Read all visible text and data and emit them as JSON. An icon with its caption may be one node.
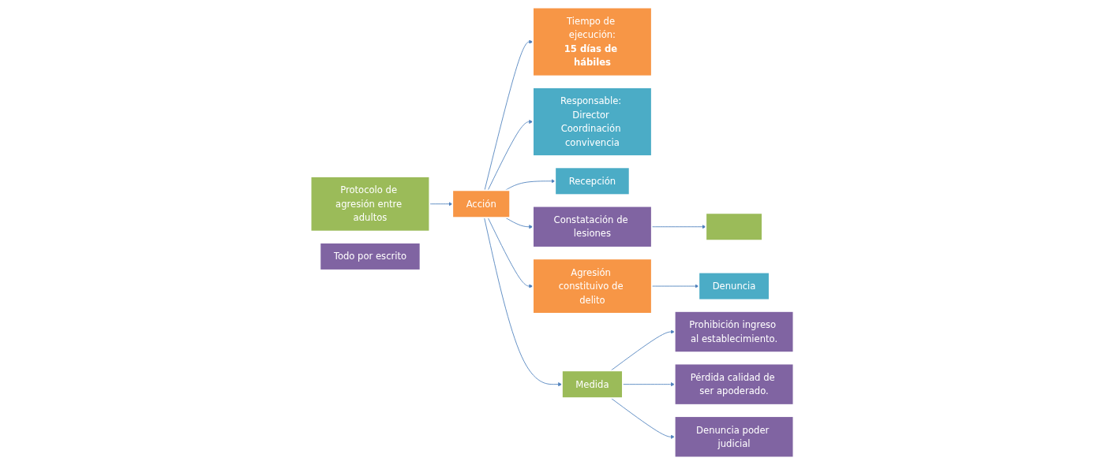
{
  "diagram": {
    "nodes": [
      {
        "text": [
          "Protocolo de agresión entre adultos"
        ]
      },
      {
        "text": [
          "Acción"
        ]
      },
      {
        "text": [
          "Recepción"
        ]
      },
      {
        "text": [
          "Constatación de lesiones"
        ]
      },
      {
        "text": [],
        "shape": "box"
      },
      {
        "text": [
          "Agresión constituivo de delito"
        ]
      },
      {
        "text": [
          "Denuncia"
        ]
      },
      {
        "text": [
          "Medida"
        ]
      },
      {
        "text": [
          "Prohibición ingreso al establecimiento."
        ]
      },
      {
        "text": [
          "Pérdida calidad de ser apoderado."
        ]
      },
      {
        "text": [
          "Denuncia poder judicial"
        ]
      },
      {
        "text": [
          "Tiempo de ejecución:",
          "**15 días de hábiles**"
        ]
      },
      {
        "text": [
          "Responsable: Director Coordinación convivencia"
        ]
      },
      {
        "text": [
          "Todo por escrito"
        ]
      }
    ],
    "edges": [
      {
        "from": 0,
        "to": 1,
        "arrow": "to"
      },
      {
        "from": 1,
        "to": 2,
        "arrow": "to"
      },
      {
        "from": 1,
        "to": 3,
        "arrow": "to"
      },
      {
        "from": 1,
        "to": 5,
        "arrow": "to"
      },
      {
        "from": 1,
        "to": 7,
        "arrow": "to"
      },
      {
        "from": 1,
        "to": 11,
        "arrow": "to"
      },
      {
        "from": 1,
        "to": 12,
        "arrow": "to"
      },
      {
        "from": 3,
        "to": 4,
        "arrow": "to"
      },
      {
        "from": 5,
        "to": 6,
        "arrow": "to"
      },
      {
        "from": 7,
        "to": 8,
        "arrow": "to"
      },
      {
        "from": 7,
        "to": 9,
        "arrow": "to"
      },
      {
        "from": 7,
        "to": 10,
        "arrow": "to"
      }
    ]
  }
}
